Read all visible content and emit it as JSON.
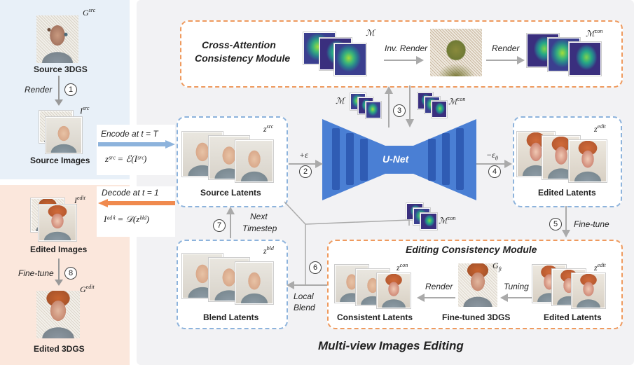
{
  "left_panel": {
    "source_3dgs_label": "Source 3DGS",
    "g_src": "G",
    "g_src_sup": "src",
    "render_label": "Render",
    "step1": "1",
    "i_src": "I",
    "i_src_sup": "src",
    "source_images_label": "Source Images",
    "edited_images_label": "Edited Images",
    "i_edit": "I",
    "i_edit_sup": "edit",
    "finetune_label": "Fine-tune",
    "step8": "8",
    "g_edit": "G",
    "g_edit_sup": "edit",
    "edited_3dgs_label": "Edited 3DGS"
  },
  "encode": {
    "label": "Encode at t = T",
    "formula": "zˢʳᶜ = ℰ(Iˢʳᶜ)"
  },
  "decode": {
    "label": "Decode at t = 1",
    "formula": "Iᵉᵈⁱᵗ = 𝒟(zᵇˡᵈ)"
  },
  "cross_attention": {
    "title_line1": "Cross-Attention",
    "title_line2": "Consistency Module",
    "m_label": "ℳ",
    "inv_render_label": "Inv. Render",
    "render_label": "Render",
    "m_con_label": "ℳ",
    "m_con_sup": "con"
  },
  "source_latents": {
    "label": "Source Latents",
    "z": "z",
    "z_sup": "src"
  },
  "edited_latents": {
    "label": "Edited Latents",
    "z": "z",
    "z_sup": "edit"
  },
  "blend_latents": {
    "label": "Blend Latents",
    "z": "z",
    "z_sup": "bld"
  },
  "unet": {
    "label": "U-Net",
    "plus_eps": "+ε",
    "minus_eps": "−ε",
    "minus_eps_sub": "θ",
    "step2": "2",
    "step3": "3",
    "step4": "4",
    "m_label": "ℳ",
    "m_con_label": "ℳ",
    "m_con_sup": "con",
    "m_con_bottom_label": "ℳ",
    "m_con_bottom_sup": "con"
  },
  "next_timestep": {
    "line1": "Next",
    "line2": "Timestep",
    "step7": "7"
  },
  "local_blend": {
    "line1": "Local",
    "line2": "Blend",
    "step6": "6"
  },
  "finetune_step": {
    "label": "Fine-tune",
    "step5": "5"
  },
  "editing_module": {
    "title": "Editing Consistency Module",
    "z_con": "z",
    "z_con_sup": "con",
    "consistent_latents_label": "Consistent Latents",
    "render_label": "Render",
    "g_ft": "G",
    "g_ft_sub": "ft",
    "finetuned_label": "Fine-tuned 3DGS",
    "tuning_label": "Tuning",
    "z_edit": "z",
    "z_edit_sup": "edit",
    "edited_latents_label": "Edited Latents"
  },
  "footer_title": "Multi-view Images Editing",
  "colors": {
    "blue_panel": "#e8f0f8",
    "orange_panel": "#fbe7dc",
    "gray_panel": "#f2f2f4",
    "unet_blue": "#4a7fd4",
    "arrow_blue": "#8db3dc",
    "arrow_orange": "#f08a4e"
  }
}
